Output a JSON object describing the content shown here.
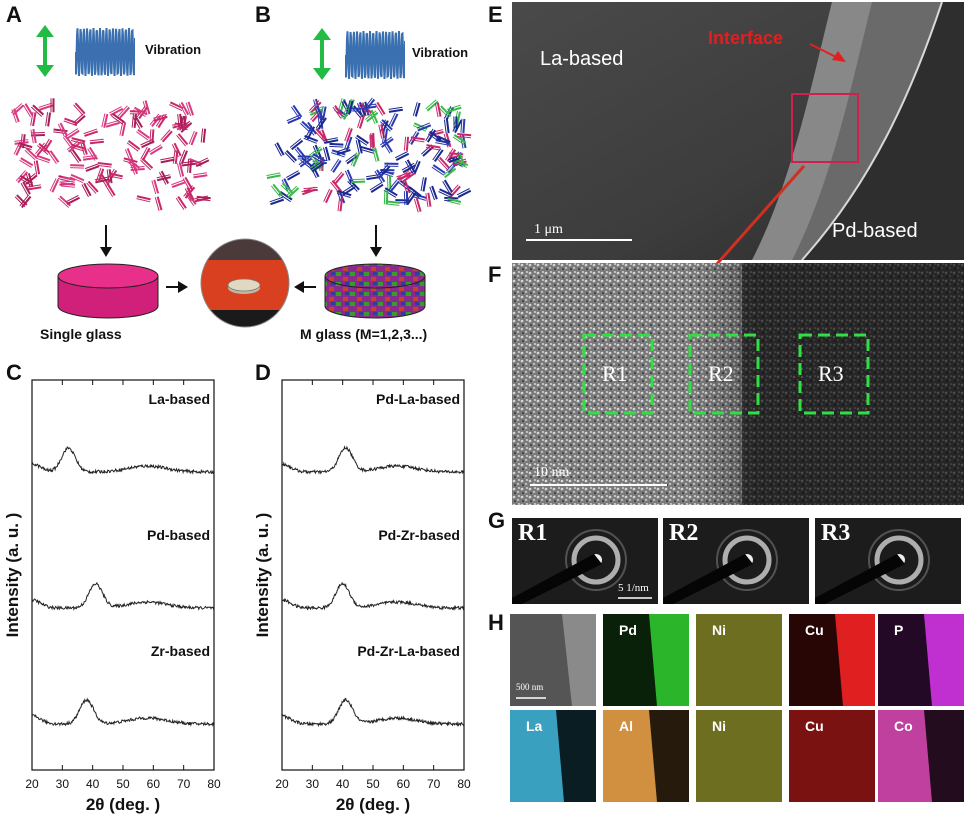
{
  "panels": {
    "A": {
      "label": "A",
      "vibration": "Vibration",
      "caption": "Single glass"
    },
    "B": {
      "label": "B",
      "vibration": "Vibration",
      "caption": "M glass (M=1,2,3...)"
    },
    "C": {
      "label": "C"
    },
    "D": {
      "label": "D"
    },
    "E": {
      "label": "E",
      "region_left": "La-based",
      "region_right": "Pd-based",
      "interface": "Interface",
      "scale": "1 μm"
    },
    "F": {
      "label": "F",
      "regions": [
        "R1",
        "R2",
        "R3"
      ],
      "scale": "10 nm"
    },
    "G": {
      "label": "G",
      "patterns": [
        "R1",
        "R2",
        "R3"
      ],
      "scale": "5 1/nm"
    },
    "H": {
      "label": "H",
      "scale": "500 nm",
      "row1": [
        {
          "el": "Pd",
          "color": "#2bb52b"
        },
        {
          "el": "Ni",
          "color": "#c8c83a"
        },
        {
          "el": "Cu",
          "color": "#e02020"
        },
        {
          "el": "P",
          "color": "#c030d0"
        }
      ],
      "row2": [
        {
          "el": "La",
          "color": "#3aa0c0"
        },
        {
          "el": "Al",
          "color": "#d09040"
        },
        {
          "el": "Ni",
          "color": "#c8c83a"
        },
        {
          "el": "Cu",
          "color": "#e02020"
        },
        {
          "el": "Co",
          "color": "#c040a0"
        }
      ]
    }
  },
  "chart_data": [
    {
      "type": "line",
      "xlabel": "2θ (deg. )",
      "ylabel": "Intensity (a. u. )",
      "xlim": [
        20,
        80
      ],
      "xticks": [
        20,
        30,
        40,
        50,
        60,
        70,
        80
      ],
      "series": [
        {
          "name": "La-based",
          "peak": 32
        },
        {
          "name": "Pd-based",
          "peak": 41
        },
        {
          "name": "Zr-based",
          "peak": 38
        }
      ]
    },
    {
      "type": "line",
      "xlabel": "2θ (deg. )",
      "ylabel": "Intensity (a. u. )",
      "xlim": [
        20,
        80
      ],
      "xticks": [
        20,
        30,
        40,
        50,
        60,
        70,
        80
      ],
      "series": [
        {
          "name": "Pd-La-based",
          "peak": 41
        },
        {
          "name": "Pd-Zr-based",
          "peak": 40
        },
        {
          "name": "Pd-Zr-La-based",
          "peak": 41
        }
      ]
    }
  ]
}
